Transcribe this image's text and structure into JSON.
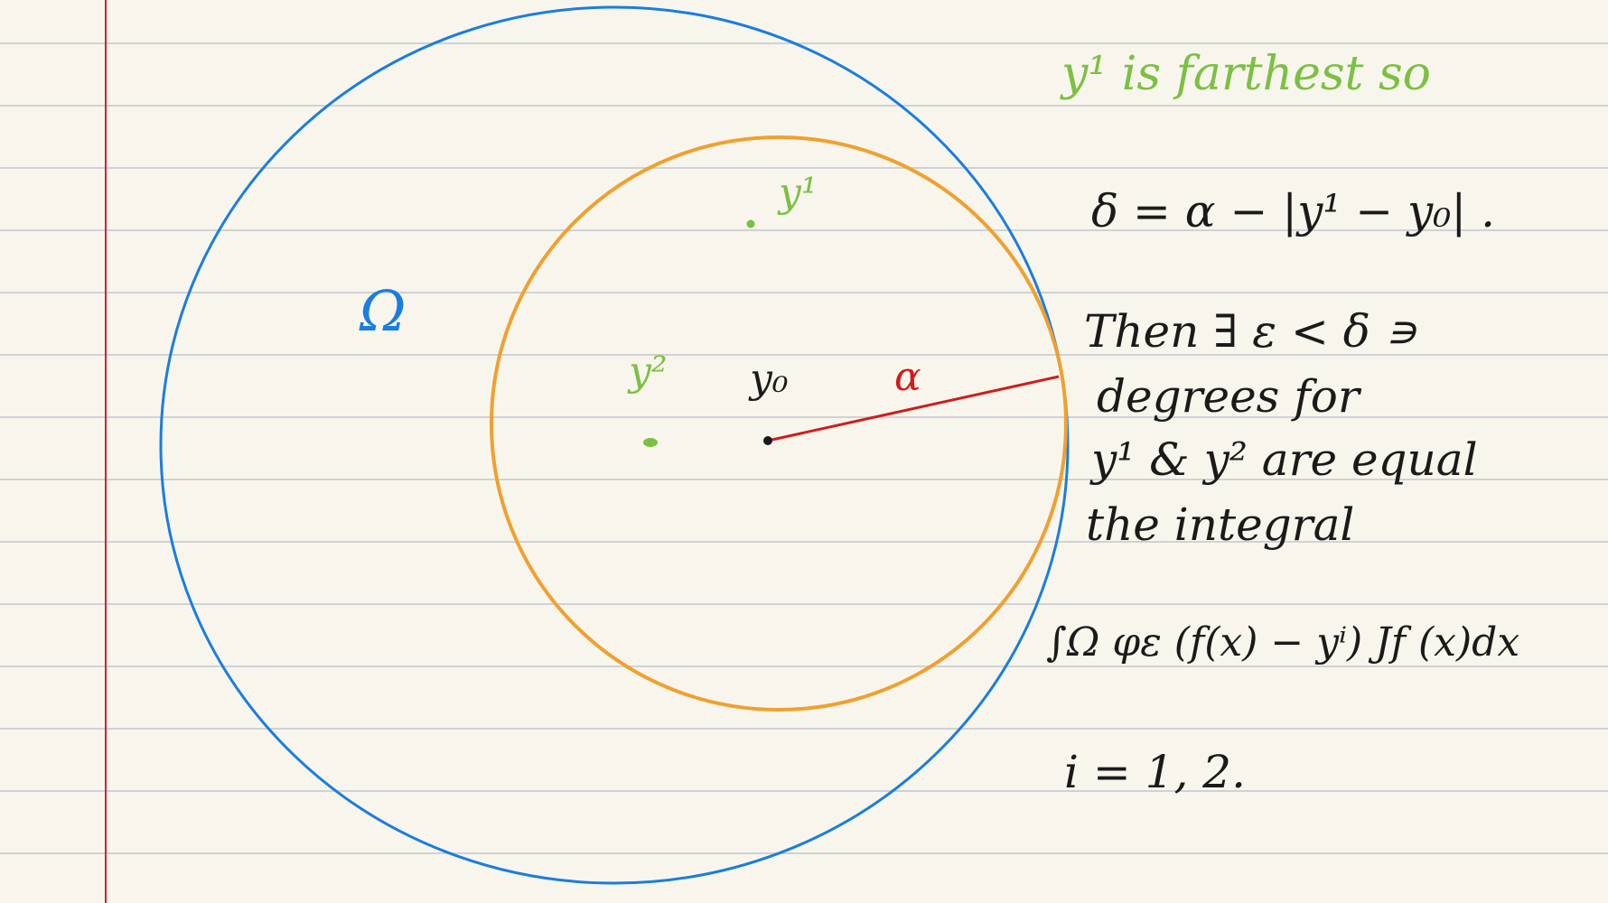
{
  "colors": {
    "paper": "#f8f6ec",
    "rule": "#cfd2d6",
    "margin": "#d0223a",
    "outer_circle": "#1a7de0",
    "inner_circle": "#f0a030",
    "radius": "#d01c1c",
    "green_ink": "#7cc043",
    "black_ink": "#1a1a1a"
  },
  "labels": {
    "omega": "Ω",
    "y1": "y¹",
    "y2": "y²",
    "y0": "y₀",
    "alpha": "α"
  },
  "notes": {
    "title": "y¹ is farthest so",
    "line1": "δ = α − |y¹ − y₀| .",
    "line2": "Then ∃ ε < δ ∍",
    "line3": "degrees for",
    "line4": "y¹ & y² are equal",
    "line5": "the integral",
    "line6": "∫Ω φε (f(x) − yⁱ) Jf (x)dx",
    "line7": "i = 1, 2."
  }
}
